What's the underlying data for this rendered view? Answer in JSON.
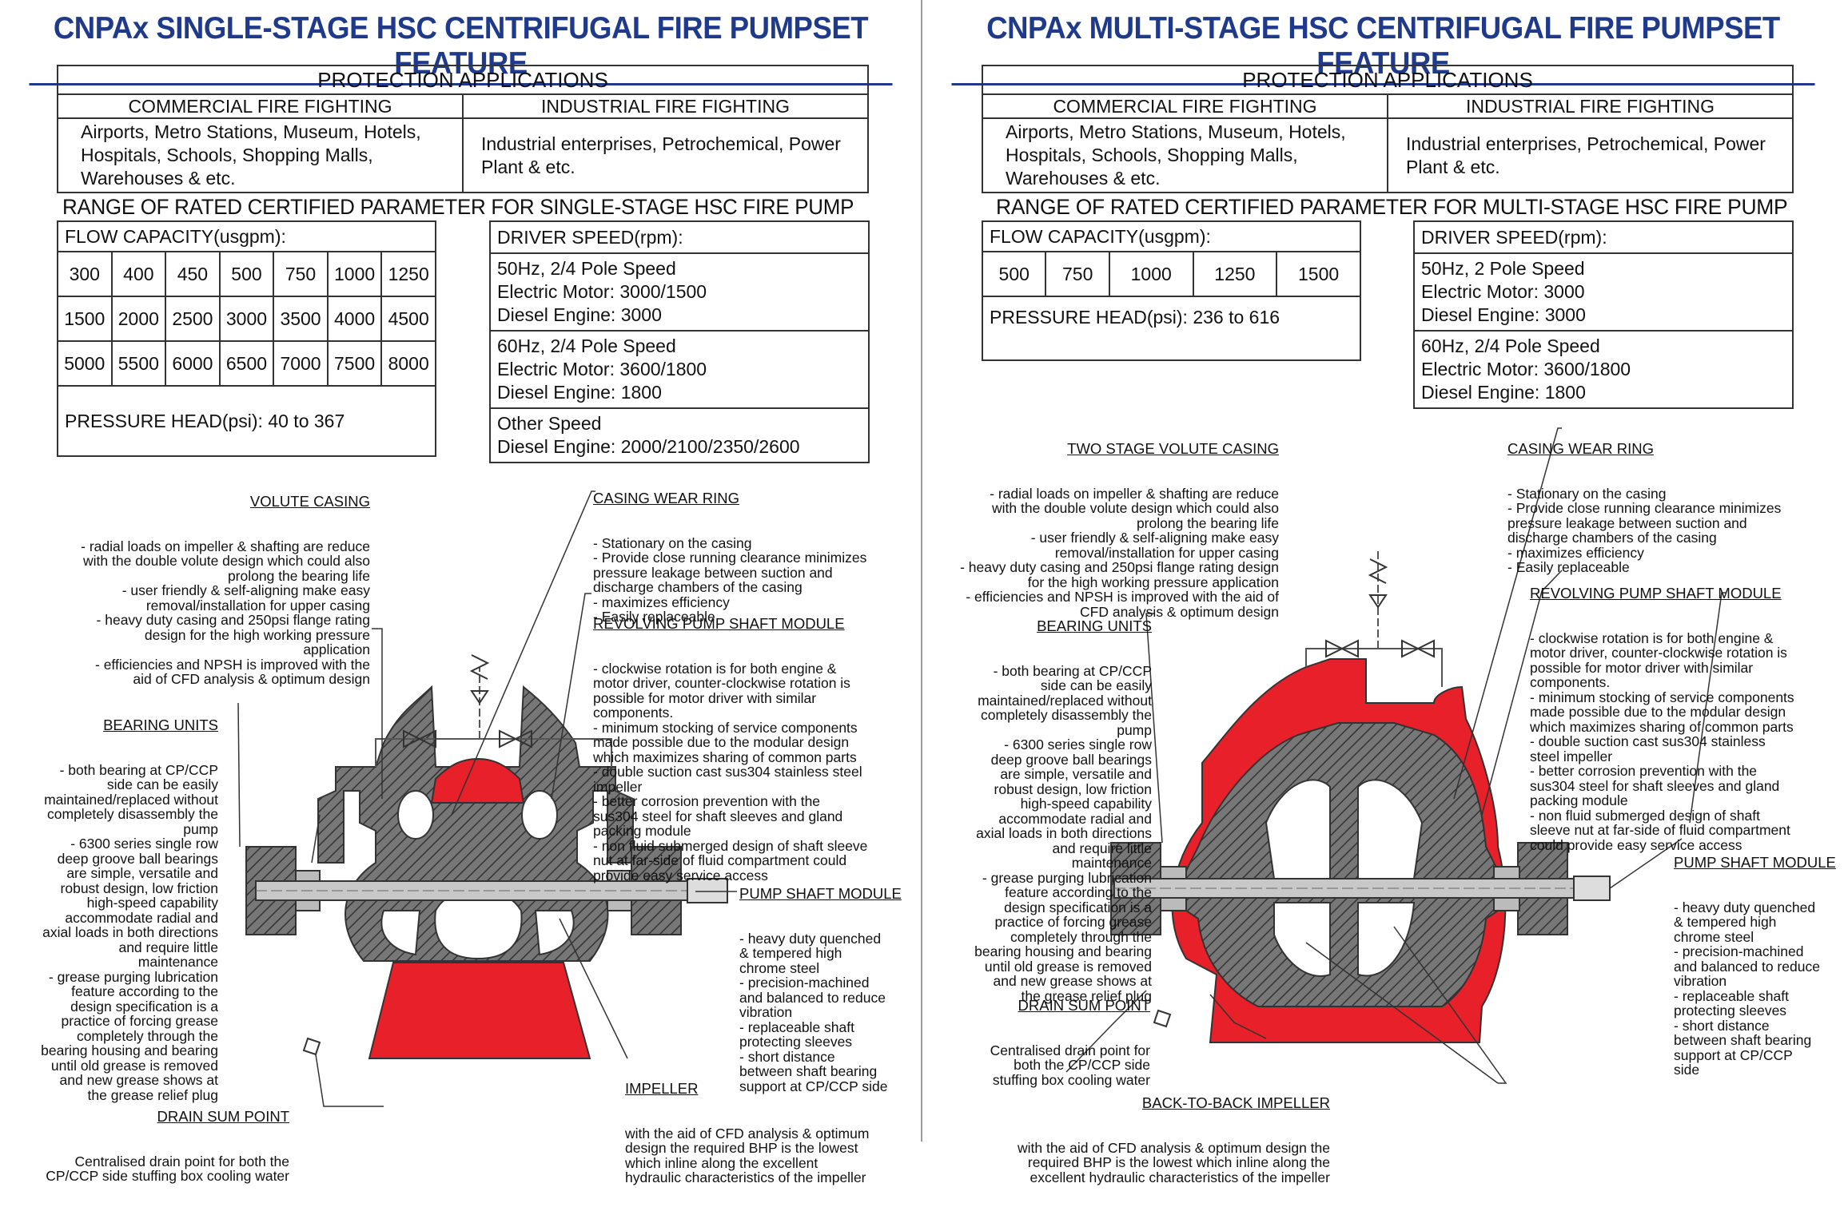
{
  "left": {
    "title": "CNPAx SINGLE-STAGE HSC CENTRIFUGAL FIRE PUMPSET FEATURE",
    "protection": {
      "title": "PROTECTION APPLICATIONS",
      "commercial_head": "COMMERCIAL FIRE FIGHTING",
      "industrial_head": "INDUSTRIAL FIRE FIGHTING",
      "commercial_body": [
        "Airports, Metro Stations, Museum, Hotels,",
        "Hospitals, Schools, Shopping Malls,",
        "Warehouses & etc."
      ],
      "industrial_body": [
        "Industrial enterprises, Petrochemical, Power",
        "Plant & etc."
      ]
    },
    "range_title": "RANGE OF RATED CERTIFIED PARAMETER FOR SINGLE-STAGE HSC FIRE PUMP",
    "flow_label": "FLOW CAPACITY(usgpm):",
    "flow_rows": [
      [
        "300",
        "400",
        "450",
        "500",
        "750",
        "1000",
        "1250"
      ],
      [
        "1500",
        "2000",
        "2500",
        "3000",
        "3500",
        "4000",
        "4500"
      ],
      [
        "5000",
        "5500",
        "6000",
        "6500",
        "7000",
        "7500",
        "8000"
      ]
    ],
    "pressure": "PRESSURE HEAD(psi): 40 to 367",
    "driver_label": "DRIVER SPEED(rpm):",
    "driver_rows": [
      [
        "50Hz, 2/4 Pole Speed",
        "Electric Motor: 3000/1500",
        "Diesel Engine: 3000"
      ],
      [
        "60Hz, 2/4 Pole Speed",
        "Electric Motor: 3600/1800",
        "Diesel Engine: 1800"
      ],
      [
        "Other Speed",
        "Diesel Engine: 2000/2100/2350/2600"
      ]
    ],
    "notes": {
      "volute": {
        "head": "VOLUTE CASING",
        "lines": [
          "- radial loads on impeller & shafting are reduce",
          "with the double volute design which could also",
          "prolong the bearing life",
          "- user friendly & self-aligning make easy",
          "removal/installation for upper casing",
          "- heavy duty casing and 250psi flange rating",
          "design for the high working pressure",
          "application",
          "- efficiencies and NPSH is improved with the",
          "aid of CFD analysis & optimum design"
        ]
      },
      "bearing": {
        "head": "BEARING UNITS",
        "lines": [
          "- both bearing at CP/CCP",
          "side can be easily",
          "maintained/replaced without",
          "completely disassembly the",
          "pump",
          "- 6300 series single row",
          "deep groove ball bearings",
          "are simple, versatile and",
          "robust design, low friction",
          "high-speed capability",
          "accommodate radial and",
          "axial loads in both directions",
          "and require little",
          "maintenance",
          "- grease purging lubrication",
          "feature according to the",
          "design specification is a",
          "practice of forcing grease",
          "completely through the",
          "bearing housing and bearing",
          "until old grease is removed",
          "and new grease shows at",
          "the grease relief plug"
        ]
      },
      "drain": {
        "head": "DRAIN SUM POINT",
        "lines": [
          "Centralised drain point for both the",
          "CP/CCP side stuffing box cooling water"
        ]
      },
      "wear": {
        "head": "CASING WEAR RING",
        "lines": [
          "- Stationary on the casing",
          "- Provide close running clearance minimizes",
          "pressure leakage between suction and",
          "discharge chambers of the casing",
          "- maximizes efficiency",
          "- Easily replaceable"
        ]
      },
      "revolving": {
        "head": "REVOLVING PUMP SHAFT MODULE",
        "lines": [
          "- clockwise rotation is for both engine &",
          "motor driver, counter-clockwise rotation is",
          "possible for motor driver with similar",
          "components.",
          "- minimum stocking of service components",
          "made possible due to the modular design",
          "which maximizes sharing of common parts",
          "- double suction cast sus304 stainless steel",
          "impeller",
          "- better corrosion prevention with the",
          "sus304 steel for shaft sleeves and gland",
          "packing module",
          "- non fluid submerged design of shaft sleeve",
          "nut at far-side of fluid compartment could",
          "provide easy service access"
        ]
      },
      "shaft": {
        "head": "PUMP SHAFT MODULE",
        "lines": [
          "- heavy duty quenched",
          "& tempered high",
          "chrome steel",
          "- precision-machined",
          "and balanced to reduce",
          "vibration",
          "- replaceable shaft",
          "protecting sleeves",
          "- short distance",
          "between shaft bearing",
          "support at CP/CCP side"
        ]
      },
      "impeller": {
        "head": "IMPELLER",
        "lines": [
          "with the aid of CFD analysis & optimum",
          "design the required BHP is the lowest",
          "which inline along the excellent",
          "hydraulic characteristics of the impeller"
        ]
      }
    }
  },
  "right": {
    "title": "CNPAx MULTI-STAGE HSC CENTRIFUGAL FIRE PUMPSET FEATURE",
    "protection": {
      "title": "PROTECTION APPLICATIONS",
      "commercial_head": "COMMERCIAL FIRE FIGHTING",
      "industrial_head": "INDUSTRIAL FIRE FIGHTING",
      "commercial_body": [
        "Airports, Metro Stations, Museum, Hotels,",
        "Hospitals, Schools, Shopping Malls,",
        "Warehouses & etc."
      ],
      "industrial_body": [
        "Industrial enterprises, Petrochemical, Power",
        "Plant & etc."
      ]
    },
    "range_title": "RANGE OF RATED CERTIFIED PARAMETER FOR MULTI-STAGE HSC FIRE PUMP",
    "flow_label": "FLOW CAPACITY(usgpm):",
    "flow_rows": [
      [
        "500",
        "750",
        "1000",
        "1250",
        "1500"
      ]
    ],
    "pressure": "PRESSURE HEAD(psi): 236 to 616",
    "driver_label": "DRIVER SPEED(rpm):",
    "driver_rows": [
      [
        "50Hz, 2 Pole Speed",
        "Electric Motor: 3000",
        "Diesel Engine: 3000"
      ],
      [
        "60Hz, 2/4 Pole Speed",
        "Electric Motor: 3600/1800",
        "Diesel Engine: 1800"
      ]
    ],
    "notes": {
      "volute": {
        "head": "TWO STAGE VOLUTE CASING",
        "lines": [
          "- radial loads on impeller & shafting are reduce",
          "with the double volute design which could also",
          "prolong the bearing life",
          "- user friendly & self-aligning make easy",
          "removal/installation for upper casing",
          "- heavy duty casing and 250psi flange rating design",
          "for the high working pressure application",
          "- efficiencies and NPSH is improved with the aid of",
          "CFD analysis & optimum design"
        ]
      },
      "bearing": {
        "head": "BEARING UNITS",
        "lines": [
          "- both bearing at CP/CCP",
          "side can be easily",
          "maintained/replaced without",
          "completely disassembly the",
          "pump",
          "- 6300 series single row",
          "deep groove ball bearings",
          "are simple, versatile and",
          "robust design, low friction",
          "high-speed capability",
          "accommodate radial and",
          "axial loads in both directions",
          "and require little",
          "maintenance",
          "- grease purging lubrication",
          "feature according to the",
          "design specification is a",
          "practice of forcing grease",
          "completely through the",
          "bearing housing and bearing",
          "until old grease is removed",
          "and new grease shows at",
          "the grease relief plug"
        ]
      },
      "drain": {
        "head": "DRAIN SUM POINT",
        "lines": [
          "Centralised drain point for",
          "both the CP/CCP side",
          "stuffing box cooling water"
        ]
      },
      "wear": {
        "head": "CASING WEAR RING",
        "lines": [
          "- Stationary on the casing",
          "- Provide close running clearance minimizes",
          "pressure leakage between suction and",
          "discharge chambers of the casing",
          "- maximizes efficiency",
          "- Easily replaceable"
        ]
      },
      "revolving": {
        "head": "REVOLVING PUMP SHAFT MODULE",
        "lines": [
          "- clockwise rotation is for both engine &",
          "motor driver, counter-clockwise rotation is",
          "possible for motor driver with similar",
          "components.",
          "- minimum stocking of service components",
          "made possible due to the modular design",
          "which maximizes sharing of common parts",
          "- double suction cast sus304 stainless",
          "steel impeller",
          "- better corrosion prevention with the",
          "sus304 steel for shaft sleeves and gland",
          "packing module",
          "- non fluid submerged design of shaft",
          "sleeve nut at far-side of fluid compartment",
          "could provide easy service access"
        ]
      },
      "shaft": {
        "head": "PUMP SHAFT MODULE",
        "lines": [
          "- heavy duty quenched",
          "& tempered high",
          "chrome steel",
          "- precision-machined",
          "and balanced to reduce",
          "vibration",
          "- replaceable shaft",
          "protecting sleeves",
          "- short distance",
          "between shaft bearing",
          "support at CP/CCP",
          "side"
        ]
      },
      "impeller": {
        "head": "BACK-TO-BACK IMPELLER",
        "lines": [
          "with the aid of CFD analysis & optimum design the",
          "required BHP is the lowest which inline along the",
          "excellent hydraulic characteristics of the impeller"
        ]
      }
    }
  },
  "colors": {
    "title": "#1f3a8a",
    "casing_red": "#e8202a",
    "line": "#333333",
    "hatch": "#555555"
  }
}
